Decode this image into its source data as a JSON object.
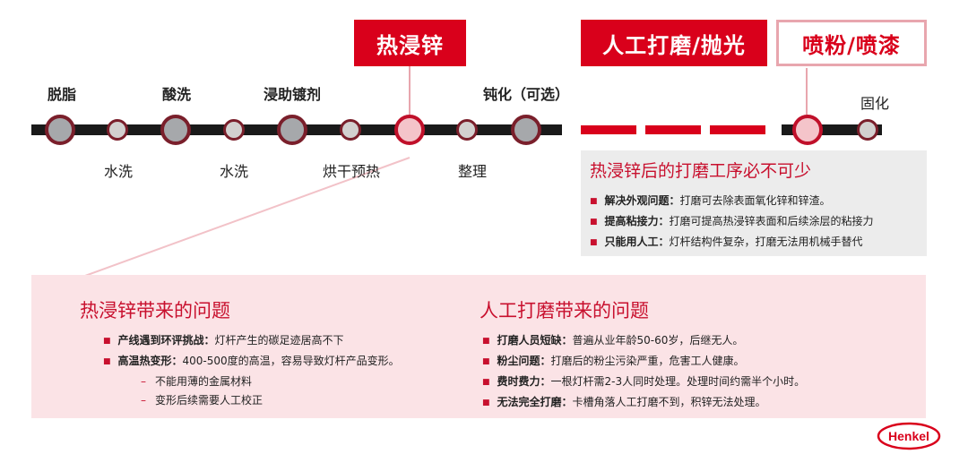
{
  "stages": {
    "hot_dip": "热浸锌",
    "manual_grind": "人工打磨/抛光",
    "powder_paint": "喷粉/喷漆"
  },
  "timeline": {
    "top_labels": [
      "脱脂",
      "酸洗",
      "浸助镀剂",
      "钝化（可选）",
      "固化"
    ],
    "bottom_labels": [
      "水洗",
      "水洗",
      "烘干预热",
      "整理"
    ]
  },
  "info": {
    "title": "热浸锌后的打磨工序必不可少",
    "items": [
      {
        "bold": "解决外观问题：",
        "text": "打磨可去除表面氧化锌和锌渣。"
      },
      {
        "bold": "提高粘接力：",
        "text": "打磨可提高热浸锌表面和后续涂层的粘接力"
      },
      {
        "bold": "只能用人工：",
        "text": "灯杆结构件复杂，打磨无法用机械手替代"
      }
    ]
  },
  "problems_hot_dip": {
    "title": "热浸锌带来的问题",
    "items": [
      {
        "bold": "产线遇到环评挑战：",
        "text": "灯杆产生的碳足迹居高不下"
      },
      {
        "bold": "高温热变形：",
        "text": "400-500度的高温，容易导致灯杆产品变形。"
      }
    ],
    "subitems": [
      "不能用薄的金属材料",
      "变形后续需要人工校正"
    ]
  },
  "problems_manual": {
    "title": "人工打磨带来的问题",
    "items": [
      {
        "bold": "打磨人员短缺：",
        "text": "普遍从业年龄50-60岁，后继无人。"
      },
      {
        "bold": "粉尘问题：",
        "text": "打磨后的粉尘污染严重，危害工人健康。"
      },
      {
        "bold": "费时费力：",
        "text": "一根灯杆需2-3人同时处理。处理时间约需半个小时。"
      },
      {
        "bold": "无法完全打磨：",
        "text": "卡槽角落人工打磨不到，积锌无法处理。"
      }
    ]
  },
  "logo": {
    "text": "Henkel"
  },
  "colors": {
    "accent": "#d9001b",
    "panel_bg": "#fbe3e6",
    "info_bg": "#ececec"
  }
}
